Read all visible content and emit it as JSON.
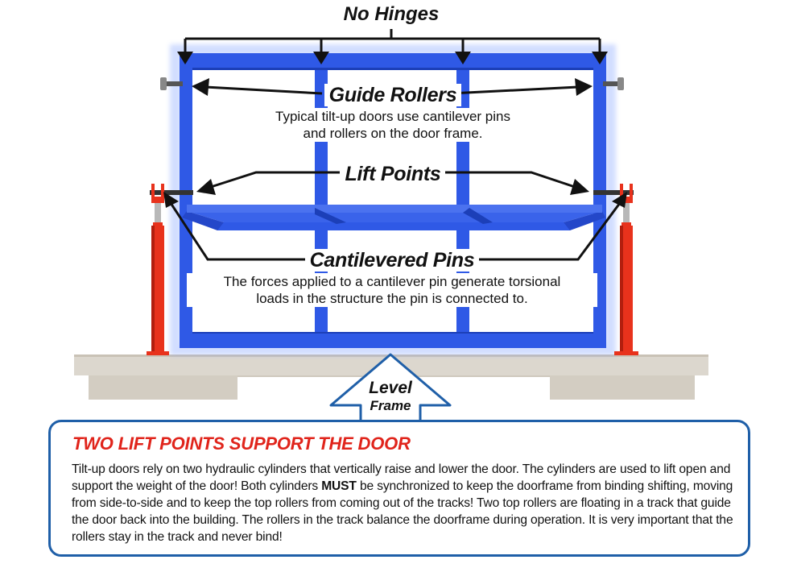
{
  "labels": {
    "no_hinges": "No Hinges",
    "guide_rollers": {
      "title": "Guide Rollers",
      "desc_line1": "Typical tilt-up doors use cantilever pins",
      "desc_line2": "and rollers on the door frame."
    },
    "lift_points": {
      "title": "Lift Points"
    },
    "cantilevered_pins": {
      "title": "Cantilevered Pins",
      "desc_line1": "The forces applied to a cantilever pin generate torsional",
      "desc_line2": "loads in the structure the pin is connected to."
    },
    "level_frame": {
      "line1": "Level",
      "line2": "Frame"
    }
  },
  "infobox": {
    "title": "TWO LIFT POINTS SUPPORT THE DOOR",
    "body_part1": "Tilt-up doors rely on two hydraulic cylinders that vertically raise and lower the door. The cylinders are used to lift open and support the weight of the door!  Both cylinders ",
    "body_emphasis": "MUST",
    "body_part2": " be synchronized to keep the doorframe from binding shifting, moving from side-to-side and to keep the top rollers from coming out of the tracks! Two top rollers are floating in a track that guide the door back into the building. The rollers in the track balance the doorframe during operation. It is very important that the rollers stay in the track and never bind!"
  },
  "colors": {
    "frame_blue": "#2f59e6",
    "frame_dark": "#1c3fb8",
    "cylinder_red": "#e8321c",
    "cylinder_dark": "#b21e0e",
    "concrete": "#d9d4cb",
    "concrete_dark": "#c9c2b6",
    "box_border": "#1f5fa8",
    "title_red": "#e0241b"
  }
}
